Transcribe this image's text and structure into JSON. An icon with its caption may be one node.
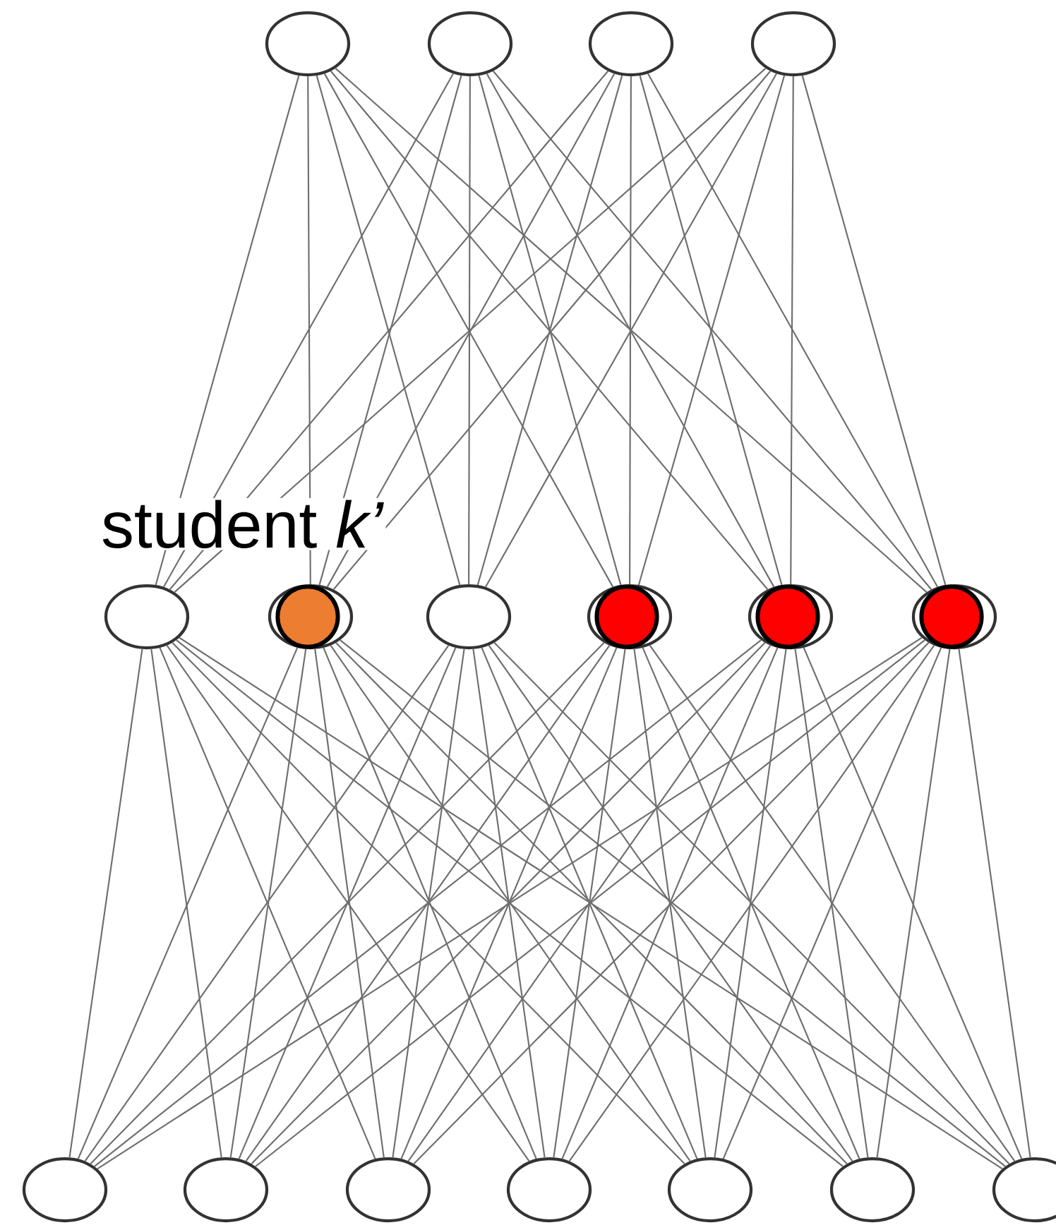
{
  "diagram": {
    "nodes": [
      {
        "text": [],
        "shape": "ellipse"
      },
      {
        "text": [],
        "shape": "ellipse"
      },
      {
        "text": [],
        "shape": "ellipse"
      },
      {
        "text": [],
        "shape": "ellipse"
      },
      {
        "text": [],
        "shape": "ellipse"
      },
      {
        "text": [],
        "shape": "ellipse"
      },
      {
        "text": [],
        "shape": "ellipse"
      },
      {
        "text": [],
        "shape": "ellipse"
      },
      {
        "text": [],
        "shape": "ellipse"
      },
      {
        "text": [],
        "shape": "ellipse"
      },
      {
        "text": [],
        "shape": "ellipse"
      },
      {
        "text": [],
        "shape": "ellipse"
      },
      {
        "text": [],
        "shape": "ellipse"
      },
      {
        "text": [],
        "shape": "ellipse"
      },
      {
        "text": [],
        "shape": "ellipse"
      },
      {
        "text": [],
        "shape": "ellipse"
      },
      {
        "text": [],
        "shape": "ellipse"
      }
    ],
    "edges": [
      {
        "from": 0,
        "to": 4,
        "arrow": "none"
      },
      {
        "from": 0,
        "to": 5,
        "arrow": "none"
      },
      {
        "from": 0,
        "to": 6,
        "arrow": "none"
      },
      {
        "from": 0,
        "to": 7,
        "arrow": "none"
      },
      {
        "from": 0,
        "to": 8,
        "arrow": "none"
      },
      {
        "from": 0,
        "to": 9,
        "arrow": "none"
      },
      {
        "from": 1,
        "to": 4,
        "arrow": "none"
      },
      {
        "from": 1,
        "to": 5,
        "arrow": "none"
      },
      {
        "from": 1,
        "to": 6,
        "arrow": "none"
      },
      {
        "from": 1,
        "to": 7,
        "arrow": "none"
      },
      {
        "from": 1,
        "to": 8,
        "arrow": "none"
      },
      {
        "from": 1,
        "to": 9,
        "arrow": "none"
      },
      {
        "from": 2,
        "to": 4,
        "arrow": "none"
      },
      {
        "from": 2,
        "to": 5,
        "arrow": "none"
      },
      {
        "from": 2,
        "to": 6,
        "arrow": "none"
      },
      {
        "from": 2,
        "to": 7,
        "arrow": "none"
      },
      {
        "from": 2,
        "to": 8,
        "arrow": "none"
      },
      {
        "from": 2,
        "to": 9,
        "arrow": "none"
      },
      {
        "from": 3,
        "to": 4,
        "arrow": "none"
      },
      {
        "from": 3,
        "to": 5,
        "arrow": "none"
      },
      {
        "from": 3,
        "to": 6,
        "arrow": "none"
      },
      {
        "from": 3,
        "to": 7,
        "arrow": "none"
      },
      {
        "from": 3,
        "to": 8,
        "arrow": "none"
      },
      {
        "from": 3,
        "to": 9,
        "arrow": "none"
      },
      {
        "from": 4,
        "to": 10,
        "arrow": "none"
      },
      {
        "from": 4,
        "to": 11,
        "arrow": "none"
      },
      {
        "from": 4,
        "to": 12,
        "arrow": "none"
      },
      {
        "from": 4,
        "to": 13,
        "arrow": "none"
      },
      {
        "from": 4,
        "to": 14,
        "arrow": "none"
      },
      {
        "from": 4,
        "to": 15,
        "arrow": "none"
      },
      {
        "from": 4,
        "to": 16,
        "arrow": "none"
      },
      {
        "from": 5,
        "to": 10,
        "arrow": "none"
      },
      {
        "from": 5,
        "to": 11,
        "arrow": "none"
      },
      {
        "from": 5,
        "to": 12,
        "arrow": "none"
      },
      {
        "from": 5,
        "to": 13,
        "arrow": "none"
      },
      {
        "from": 5,
        "to": 14,
        "arrow": "none"
      },
      {
        "from": 5,
        "to": 15,
        "arrow": "none"
      },
      {
        "from": 5,
        "to": 16,
        "arrow": "none"
      },
      {
        "from": 6,
        "to": 10,
        "arrow": "none"
      },
      {
        "from": 6,
        "to": 11,
        "arrow": "none"
      },
      {
        "from": 6,
        "to": 12,
        "arrow": "none"
      },
      {
        "from": 6,
        "to": 13,
        "arrow": "none"
      },
      {
        "from": 6,
        "to": 14,
        "arrow": "none"
      },
      {
        "from": 6,
        "to": 15,
        "arrow": "none"
      },
      {
        "from": 6,
        "to": 16,
        "arrow": "none"
      },
      {
        "from": 7,
        "to": 10,
        "arrow": "none"
      },
      {
        "from": 7,
        "to": 11,
        "arrow": "none"
      },
      {
        "from": 7,
        "to": 12,
        "arrow": "none"
      },
      {
        "from": 7,
        "to": 13,
        "arrow": "none"
      },
      {
        "from": 7,
        "to": 14,
        "arrow": "none"
      },
      {
        "from": 7,
        "to": 15,
        "arrow": "none"
      },
      {
        "from": 7,
        "to": 16,
        "arrow": "none"
      },
      {
        "from": 8,
        "to": 10,
        "arrow": "none"
      },
      {
        "from": 8,
        "to": 11,
        "arrow": "none"
      },
      {
        "from": 8,
        "to": 12,
        "arrow": "none"
      },
      {
        "from": 8,
        "to": 13,
        "arrow": "none"
      },
      {
        "from": 8,
        "to": 14,
        "arrow": "none"
      },
      {
        "from": 8,
        "to": 15,
        "arrow": "none"
      },
      {
        "from": 8,
        "to": 16,
        "arrow": "none"
      },
      {
        "from": 9,
        "to": 10,
        "arrow": "none"
      },
      {
        "from": 9,
        "to": 11,
        "arrow": "none"
      },
      {
        "from": 9,
        "to": 12,
        "arrow": "none"
      },
      {
        "from": 9,
        "to": 13,
        "arrow": "none"
      },
      {
        "from": 9,
        "to": 14,
        "arrow": "none"
      },
      {
        "from": 9,
        "to": 15,
        "arrow": "none"
      },
      {
        "from": 9,
        "to": 16,
        "arrow": "none"
      }
    ],
    "labels": [
      "student *k’*"
    ]
  }
}
